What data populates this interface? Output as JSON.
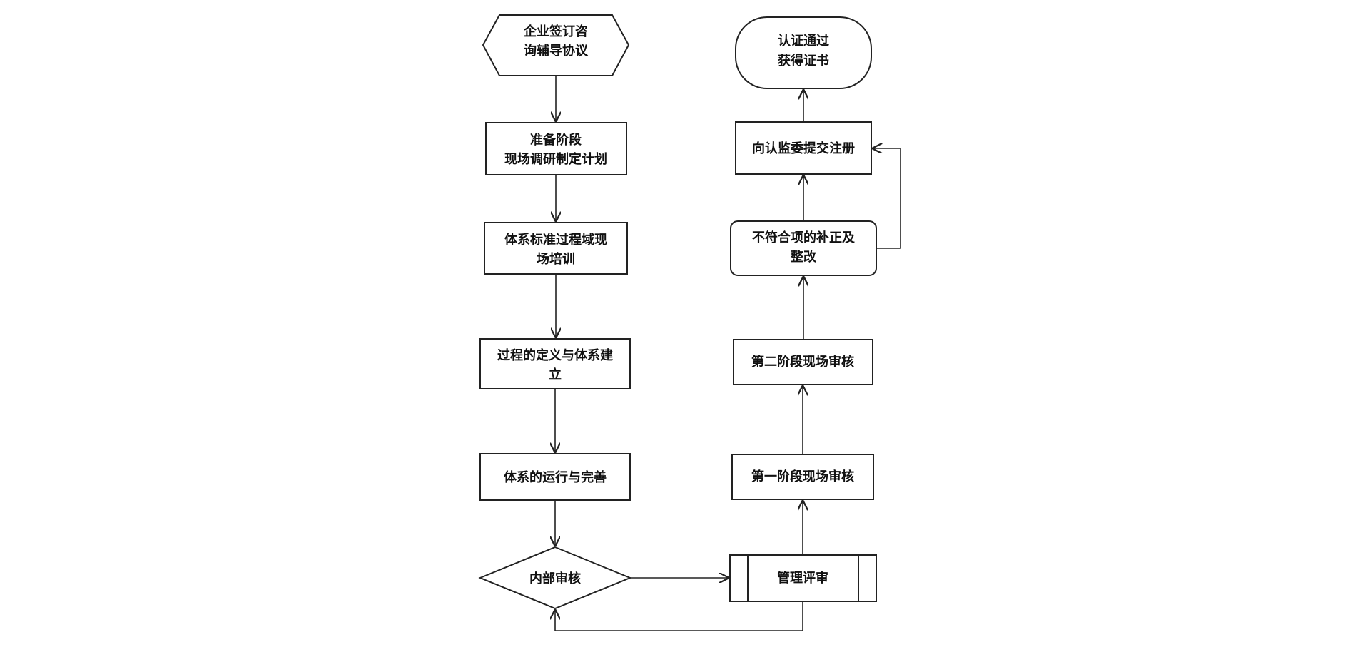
{
  "nodes": {
    "sign_agreement": [
      "企业签订咨",
      "询辅导协议"
    ],
    "preparation": [
      "准备阶段",
      "现场调研制定计划"
    ],
    "training": [
      "体系标准过程域现",
      "场培训"
    ],
    "process_definition": [
      "过程的定义与体系建",
      "立"
    ],
    "operation": [
      "体系的运行与完善"
    ],
    "internal_audit": [
      "内部审核"
    ],
    "management_review": [
      "管理评审"
    ],
    "stage1_audit": [
      "第一阶段现场审核"
    ],
    "stage2_audit": [
      "第二阶段现场审核"
    ],
    "nonconformity": [
      "不符合项的补正及",
      "整改"
    ],
    "submit_registration": [
      "向认监委提交注册"
    ],
    "certified": [
      "认证通过",
      "获得证书"
    ]
  }
}
